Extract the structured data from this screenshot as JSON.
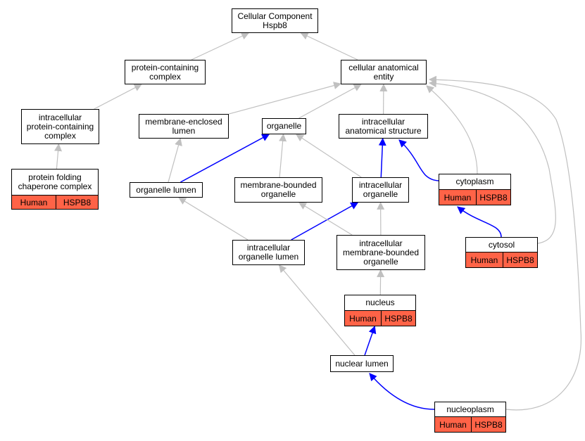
{
  "colors": {
    "background": "#ffffff",
    "node_border": "#000000",
    "annotated": "#ff6347",
    "edge_plain": "#c0c0c0",
    "edge_highlight": "#0000ff"
  },
  "nodes": {
    "root": {
      "label": "Cellular Component\nHspb8"
    },
    "protein_containing_complex": {
      "label": "protein-containing\ncomplex"
    },
    "cellular_anatomical_entity": {
      "label": "cellular anatomical\nentity"
    },
    "intracellular_protein_containing_complex": {
      "label": "intracellular\nprotein-containing\ncomplex"
    },
    "membrane_enclosed_lumen": {
      "label": "membrane-enclosed\nlumen"
    },
    "organelle": {
      "label": "organelle"
    },
    "intracellular_anatomical_structure": {
      "label": "intracellular\nanatomical structure"
    },
    "protein_folding_chaperone_complex": {
      "label": "protein folding\nchaperone complex",
      "species": "Human",
      "gene": "HSPB8"
    },
    "organelle_lumen": {
      "label": "organelle lumen"
    },
    "membrane_bounded_organelle": {
      "label": "membrane-bounded\norganelle"
    },
    "intracellular_organelle": {
      "label": "intracellular\norganelle"
    },
    "cytoplasm": {
      "label": "cytoplasm",
      "species": "Human",
      "gene": "HSPB8"
    },
    "intracellular_organelle_lumen": {
      "label": "intracellular\norganelle lumen"
    },
    "intracellular_membrane_bounded_organelle": {
      "label": "intracellular\nmembrane-bounded\norganelle"
    },
    "cytosol": {
      "label": "cytosol",
      "species": "Human",
      "gene": "HSPB8"
    },
    "nucleus": {
      "label": "nucleus",
      "species": "Human",
      "gene": "HSPB8"
    },
    "nuclear_lumen": {
      "label": "nuclear lumen"
    },
    "nucleoplasm": {
      "label": "nucleoplasm",
      "species": "Human",
      "gene": "HSPB8"
    }
  },
  "edges": [
    {
      "from": "protein_containing_complex",
      "to": "root",
      "highlight": false
    },
    {
      "from": "cellular_anatomical_entity",
      "to": "root",
      "highlight": false
    },
    {
      "from": "intracellular_protein_containing_complex",
      "to": "protein_containing_complex",
      "highlight": false
    },
    {
      "from": "protein_folding_chaperone_complex",
      "to": "intracellular_protein_containing_complex",
      "highlight": false
    },
    {
      "from": "membrane_enclosed_lumen",
      "to": "cellular_anatomical_entity",
      "highlight": false
    },
    {
      "from": "organelle",
      "to": "cellular_anatomical_entity",
      "highlight": false
    },
    {
      "from": "intracellular_anatomical_structure",
      "to": "cellular_anatomical_entity",
      "highlight": false
    },
    {
      "from": "cytoplasm",
      "to": "cellular_anatomical_entity",
      "highlight": false
    },
    {
      "from": "cytosol",
      "to": "cellular_anatomical_entity",
      "highlight": false
    },
    {
      "from": "nucleoplasm",
      "to": "cellular_anatomical_entity",
      "highlight": false
    },
    {
      "from": "organelle_lumen",
      "to": "membrane_enclosed_lumen",
      "highlight": false
    },
    {
      "from": "organelle_lumen",
      "to": "organelle",
      "highlight": true
    },
    {
      "from": "membrane_bounded_organelle",
      "to": "organelle",
      "highlight": false
    },
    {
      "from": "intracellular_organelle",
      "to": "organelle",
      "highlight": false
    },
    {
      "from": "intracellular_organelle",
      "to": "intracellular_anatomical_structure",
      "highlight": true
    },
    {
      "from": "cytoplasm",
      "to": "intracellular_anatomical_structure",
      "highlight": true
    },
    {
      "from": "intracellular_organelle_lumen",
      "to": "organelle_lumen",
      "highlight": false
    },
    {
      "from": "intracellular_organelle_lumen",
      "to": "intracellular_organelle",
      "highlight": true
    },
    {
      "from": "intracellular_membrane_bounded_organelle",
      "to": "membrane_bounded_organelle",
      "highlight": false
    },
    {
      "from": "intracellular_membrane_bounded_organelle",
      "to": "intracellular_organelle",
      "highlight": false
    },
    {
      "from": "cytosol",
      "to": "cytoplasm",
      "highlight": true
    },
    {
      "from": "nucleus",
      "to": "intracellular_membrane_bounded_organelle",
      "highlight": false
    },
    {
      "from": "nuclear_lumen",
      "to": "intracellular_organelle_lumen",
      "highlight": false
    },
    {
      "from": "nuclear_lumen",
      "to": "nucleus",
      "highlight": true
    },
    {
      "from": "nucleoplasm",
      "to": "nuclear_lumen",
      "highlight": true
    }
  ]
}
